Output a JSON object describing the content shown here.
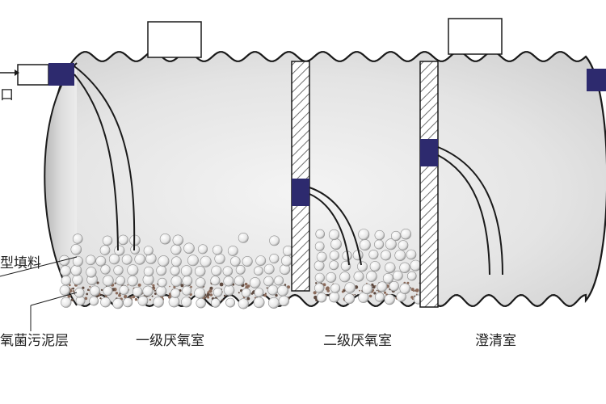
{
  "labels": {
    "inlet": "口",
    "packing": "型填料",
    "sludge": "氧菌污泥层",
    "chamber1": "一级厌氧室",
    "chamber2": "二级厌氧室",
    "chamber3": "澄清室"
  },
  "colors": {
    "outline": "#1a1a1a",
    "port": "#2d2a6e",
    "tank_fill": "#d9d9d9",
    "sludge": "#8a6a5a",
    "ball": "#f2f2f2"
  }
}
